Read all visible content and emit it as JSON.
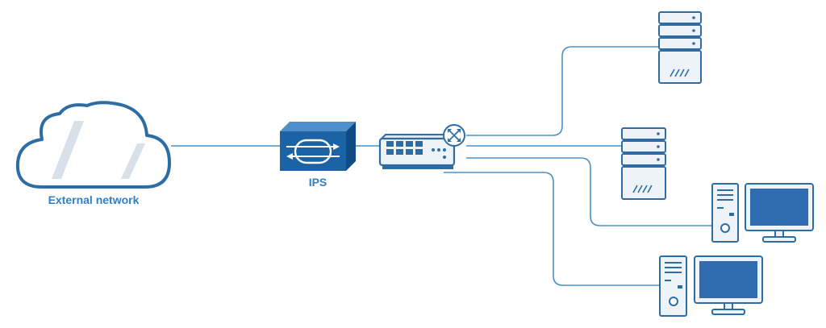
{
  "labels": {
    "cloud": "External network",
    "ips": "IPS"
  },
  "nodes": [
    {
      "id": "external-network",
      "kind": "cloud"
    },
    {
      "id": "ips",
      "kind": "ips-appliance"
    },
    {
      "id": "switch",
      "kind": "network-switch"
    },
    {
      "id": "server-1",
      "kind": "server"
    },
    {
      "id": "server-2",
      "kind": "server"
    },
    {
      "id": "workstation-1",
      "kind": "desktop-computer"
    },
    {
      "id": "workstation-2",
      "kind": "desktop-computer"
    }
  ],
  "links": [
    {
      "from": "external-network",
      "to": "ips"
    },
    {
      "from": "ips",
      "to": "switch"
    },
    {
      "from": "switch",
      "to": "server-1"
    },
    {
      "from": "switch",
      "to": "server-2"
    },
    {
      "from": "switch",
      "to": "workstation-1"
    },
    {
      "from": "switch",
      "to": "workstation-2"
    }
  ],
  "colors": {
    "line": "#4a90c8",
    "outline": "#2e6da4",
    "fill_light": "#eef3f9",
    "fill_dark": "#1b63a4",
    "screen": "#2f6cb0",
    "label": "#2f80c7"
  }
}
